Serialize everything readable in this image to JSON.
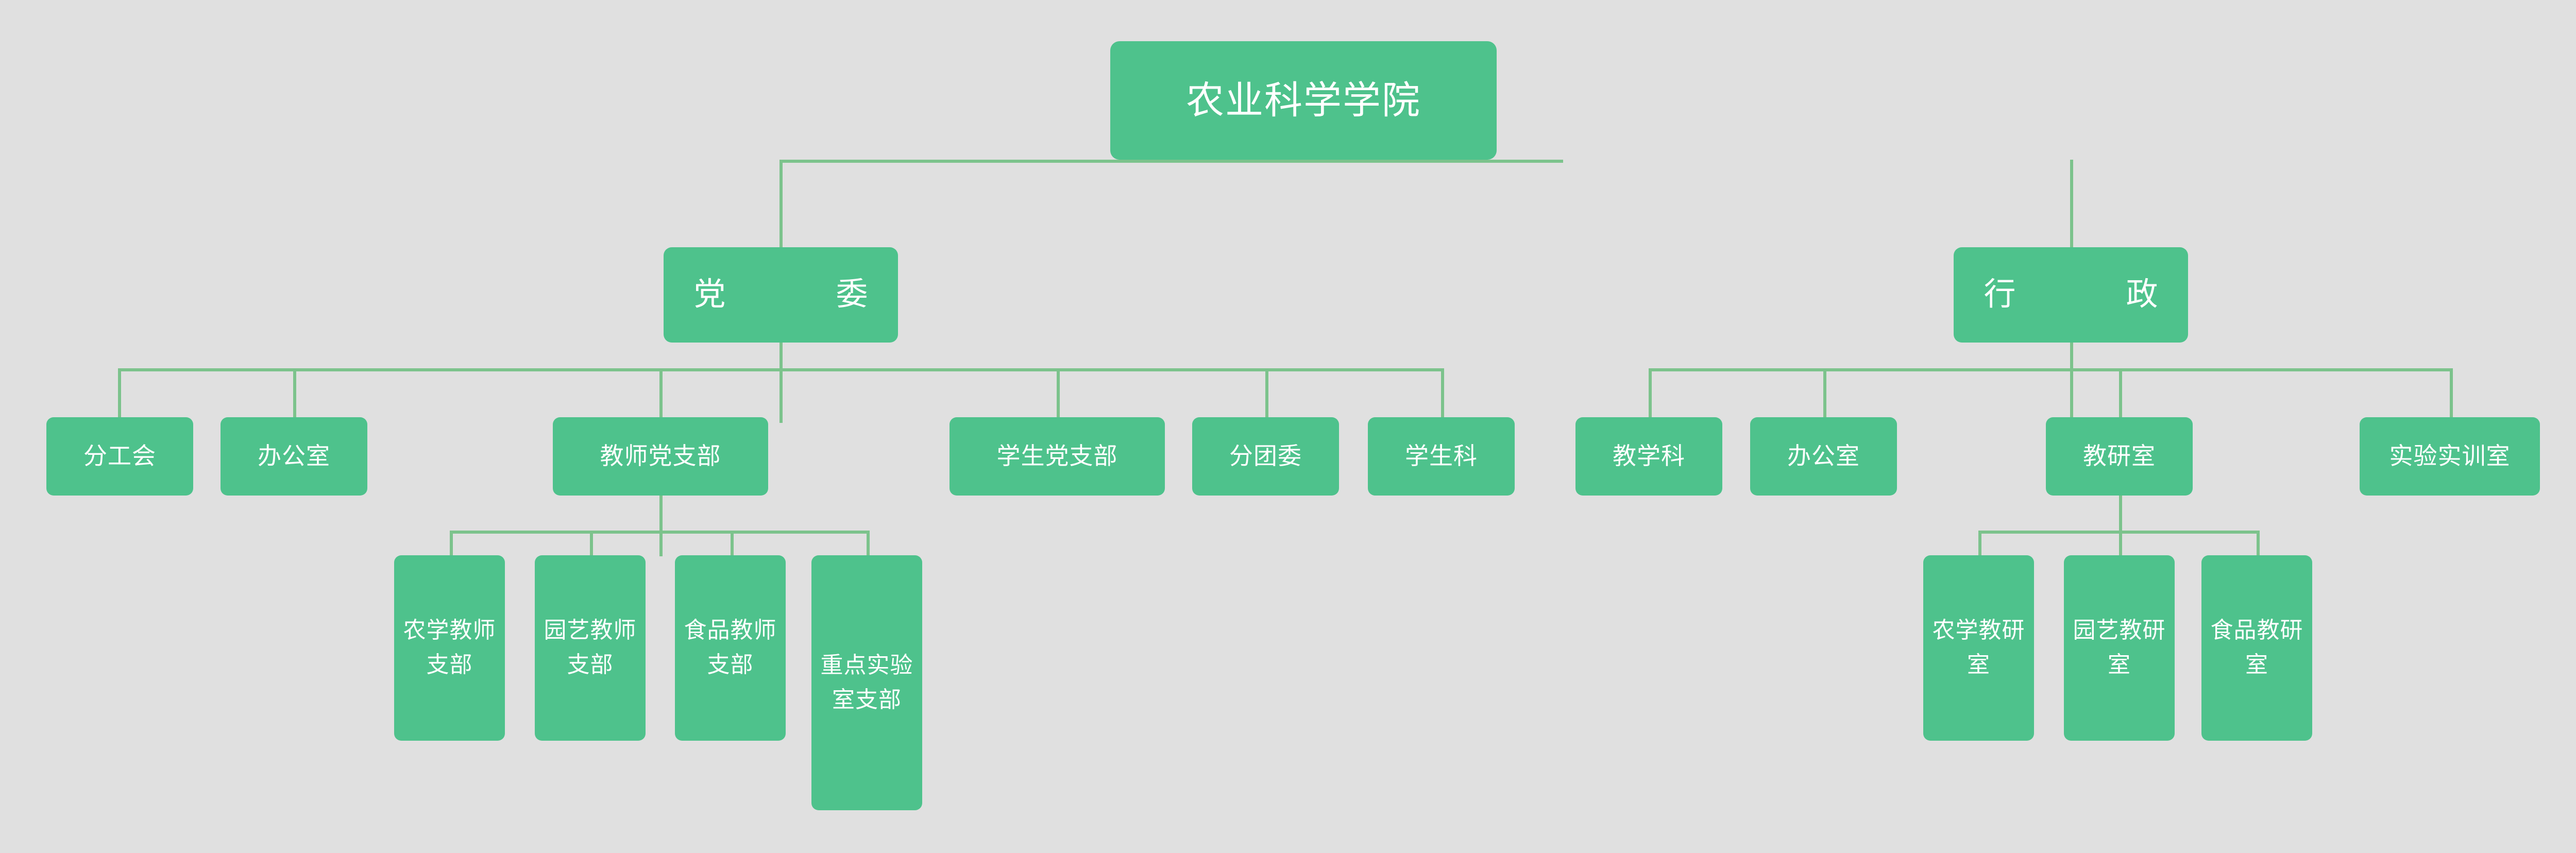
{
  "chart_data": {
    "type": "diagram",
    "diagram_type": "organization-chart",
    "title": "农业科学学院",
    "orientation": "top-down",
    "background_color": "#e0e0e0",
    "node_color": "#4ec28c",
    "node_text_color": "#ffffff",
    "connector_color": "#7cc38c",
    "levels": 4,
    "node_count": 20,
    "nodes": [
      {
        "id": "root",
        "label": "农业科学学院",
        "level": 1,
        "parent": null
      },
      {
        "id": "dangwei",
        "label": "党　　委",
        "level": 2,
        "parent": "root"
      },
      {
        "id": "xingzheng",
        "label": "行　　政",
        "level": 2,
        "parent": "root"
      },
      {
        "id": "fengonghui",
        "label": "分工会",
        "level": 3,
        "parent": "dangwei"
      },
      {
        "id": "bangongshi1",
        "label": "办公室",
        "level": 3,
        "parent": "dangwei"
      },
      {
        "id": "jiaoshidang",
        "label": "教师党支部",
        "level": 3,
        "parent": "dangwei"
      },
      {
        "id": "xueshengdang",
        "label": "学生党支部",
        "level": 3,
        "parent": "dangwei"
      },
      {
        "id": "fentuanwei",
        "label": "分团委",
        "level": 3,
        "parent": "dangwei"
      },
      {
        "id": "xueshengke",
        "label": "学生科",
        "level": 3,
        "parent": "dangwei"
      },
      {
        "id": "jiaoxueke",
        "label": "教学科",
        "level": 3,
        "parent": "xingzheng"
      },
      {
        "id": "bangongshi2",
        "label": "办公室",
        "level": 3,
        "parent": "xingzheng"
      },
      {
        "id": "jiaoyanshi",
        "label": "教研室",
        "level": 3,
        "parent": "xingzheng"
      },
      {
        "id": "shiyanshixun",
        "label": "实验实训室",
        "level": 3,
        "parent": "xingzheng"
      },
      {
        "id": "nongxuedang",
        "label": "农学教师支部",
        "level": 4,
        "parent": "jiaoshidang"
      },
      {
        "id": "yuanyidang",
        "label": "园艺教师支部",
        "level": 4,
        "parent": "jiaoshidang"
      },
      {
        "id": "shipindang",
        "label": "食品教师支部",
        "level": 4,
        "parent": "jiaoshidang"
      },
      {
        "id": "zhongdian",
        "label": "重点实验室支部",
        "level": 4,
        "parent": "jiaoshidang"
      },
      {
        "id": "nongxueyan",
        "label": "农学教研室",
        "level": 4,
        "parent": "jiaoyanshi"
      },
      {
        "id": "yuanyiyan",
        "label": "园艺教研室",
        "level": 4,
        "parent": "jiaoyanshi"
      },
      {
        "id": "shipinyan",
        "label": "食品教研室",
        "level": 4,
        "parent": "jiaoyanshi"
      }
    ]
  },
  "nodes": {
    "root": "农业科学学院",
    "dangwei": "党　　委",
    "xingzheng": "行　　政",
    "fengonghui": "分工会",
    "bangongshi1": "办公室",
    "jiaoshidang": "教师党支部",
    "xueshengdang": "学生党支部",
    "fentuanwei": "分团委",
    "xueshengke": "学生科",
    "jiaoxueke": "教学科",
    "bangongshi2": "办公室",
    "jiaoyanshi": "教研室",
    "shiyanshixun": "实验实训室",
    "nongxuedang": "农学教师支部",
    "yuanyidang": "园艺教师支部",
    "shipindang": "食品教师支部",
    "zhongdian": "重点实验室支部",
    "nongxueyan": "农学教研室",
    "yuanyiyan": "园艺教研室",
    "shipinyan": "食品教研室"
  }
}
